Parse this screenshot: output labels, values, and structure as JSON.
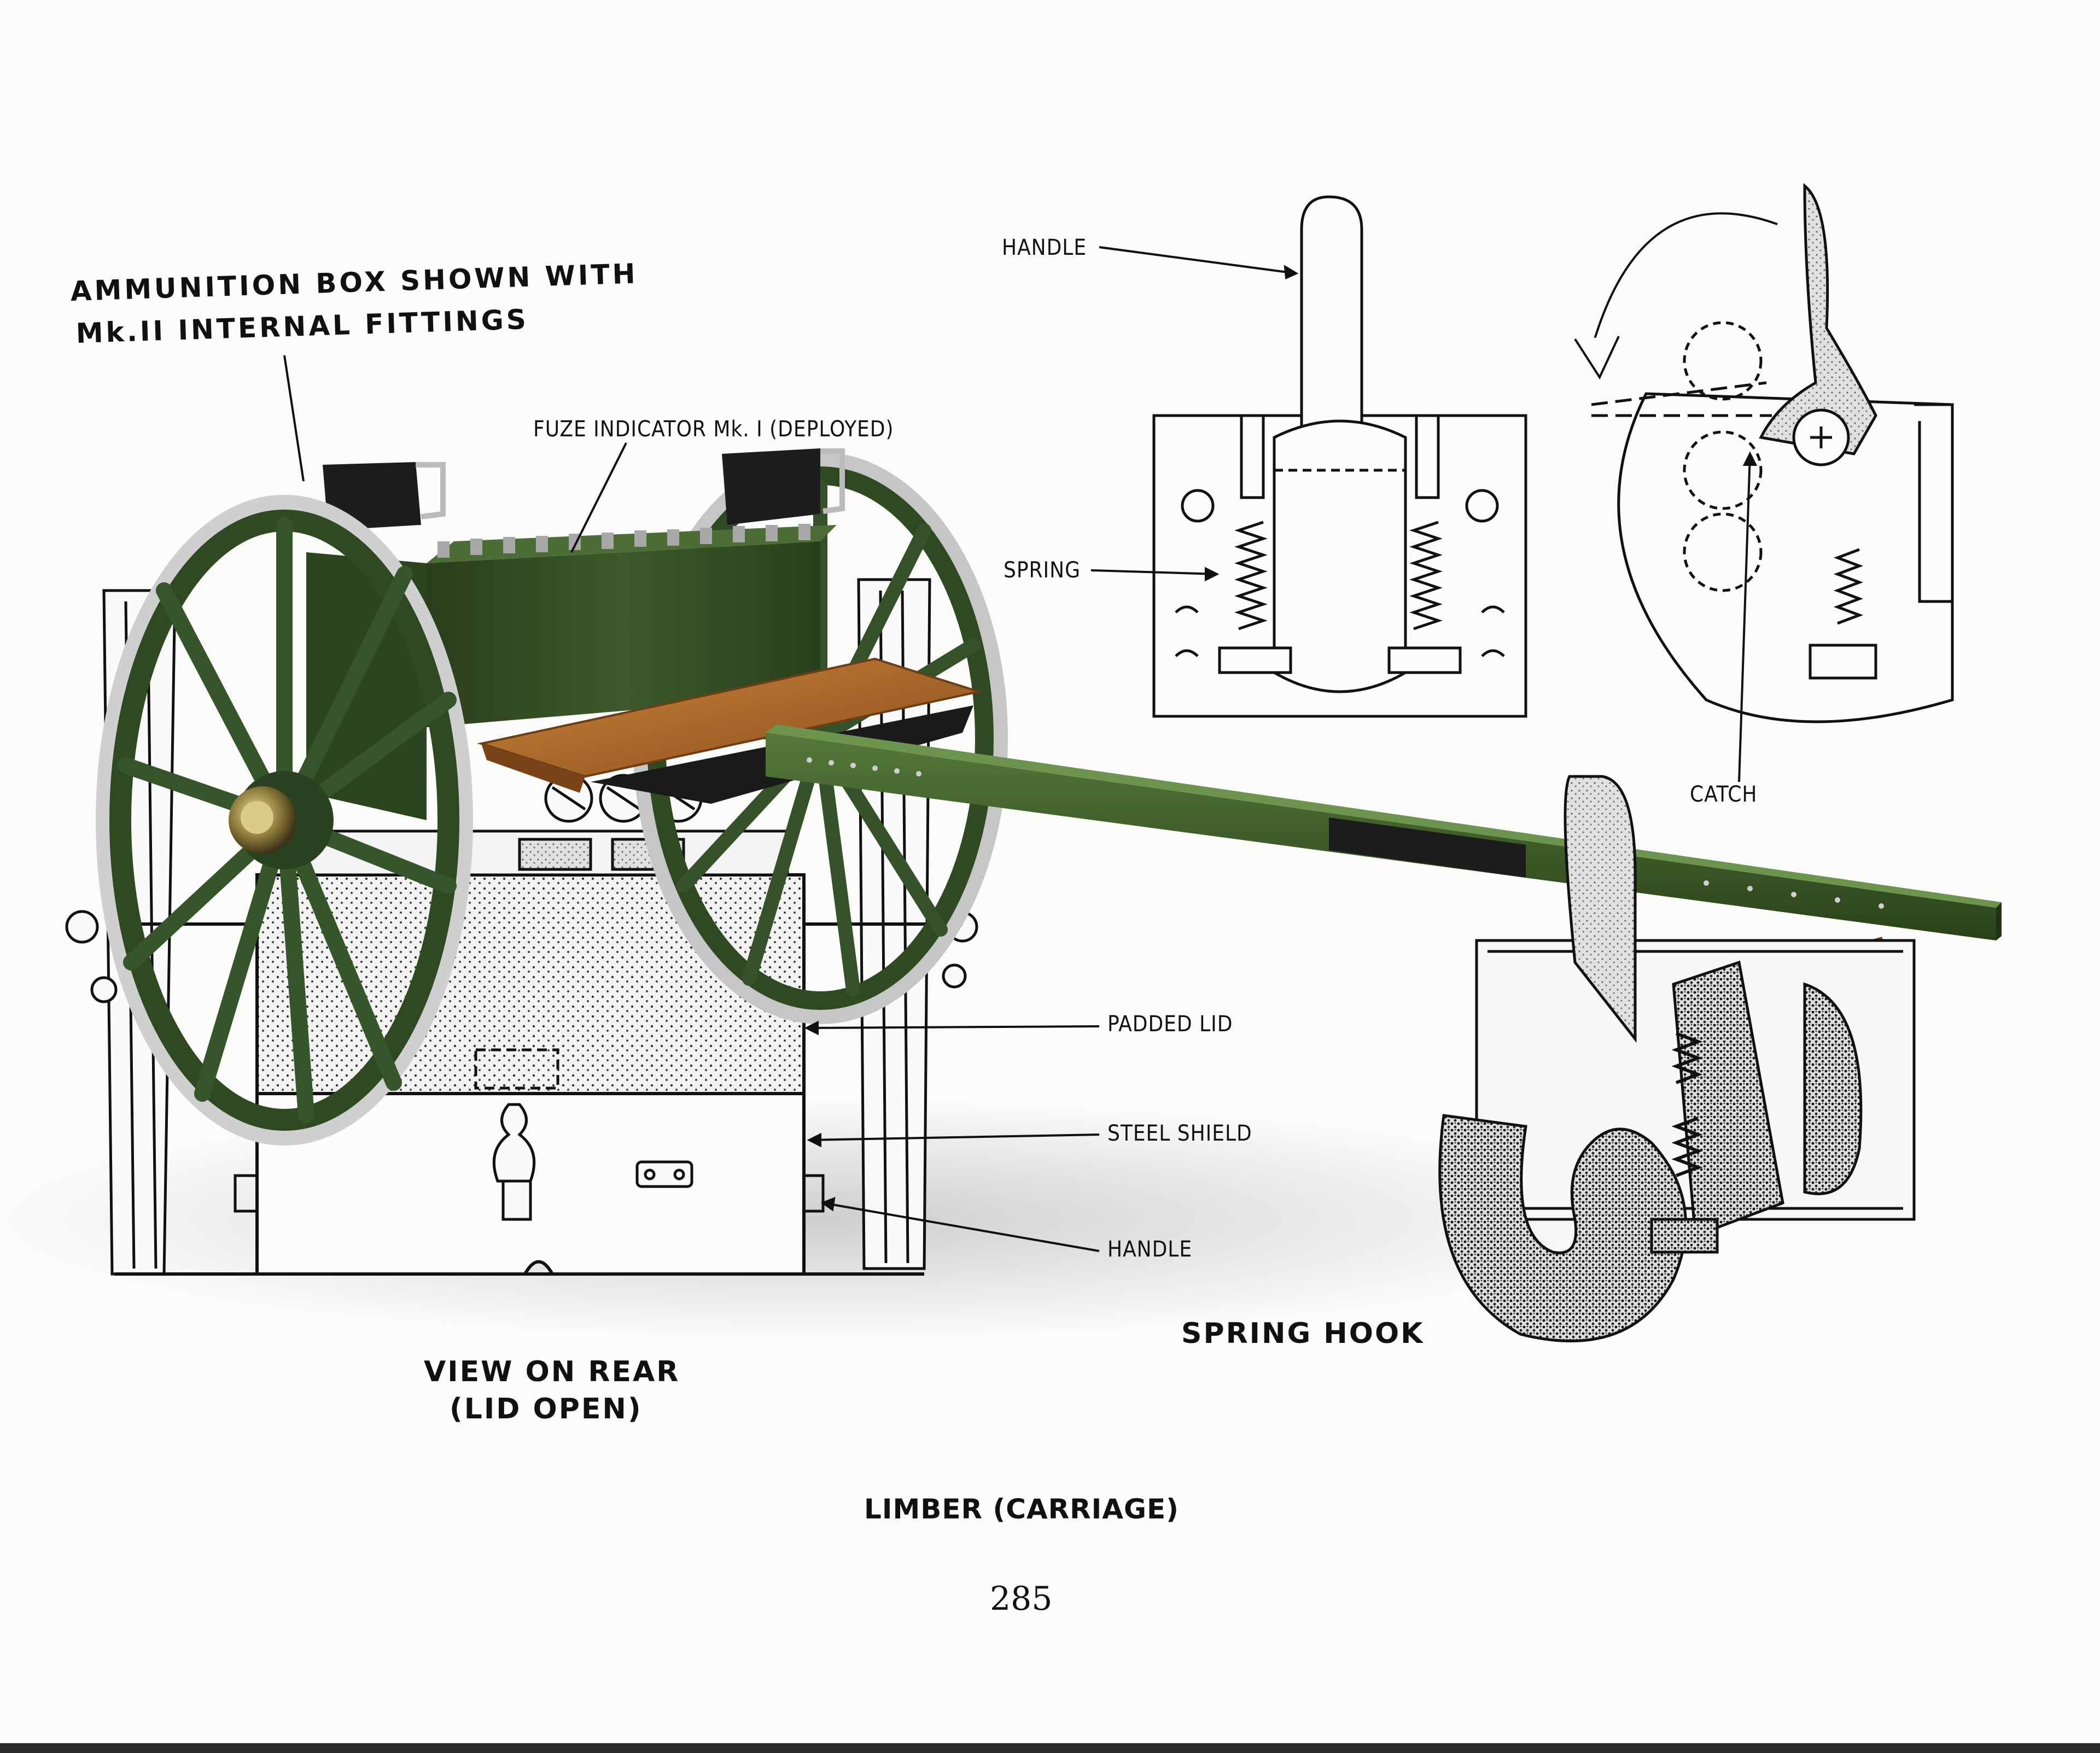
{
  "labels": {
    "ammo_box_line1": "AMMUNITION BOX SHOWN WITH",
    "ammo_box_line2": "Mk.II INTERNAL FITTINGS",
    "fuze_indicator": "FUZE INDICATOR Mk. I (DEPLOYED)",
    "handle_top": "HANDLE",
    "spring": "SPRING",
    "catch": "CATCH",
    "padded_lid": "PADDED LID",
    "steel_shield": "STEEL SHIELD",
    "handle_bottom": "HANDLE",
    "spring_hook": "SPRING HOOK",
    "view_rear_line1": "VIEW ON REAR",
    "view_rear_line2": "(LID OPEN)",
    "caption": "LIMBER (CARRIAGE)",
    "page_number": "285"
  },
  "colors": {
    "paint_green": "#2f4a22",
    "paint_green_light": "#4a6b35",
    "tyre_steel": "#c8c8c8",
    "wood": "#b5752e",
    "ink": "#111111",
    "paper": "#fbfbf9"
  }
}
